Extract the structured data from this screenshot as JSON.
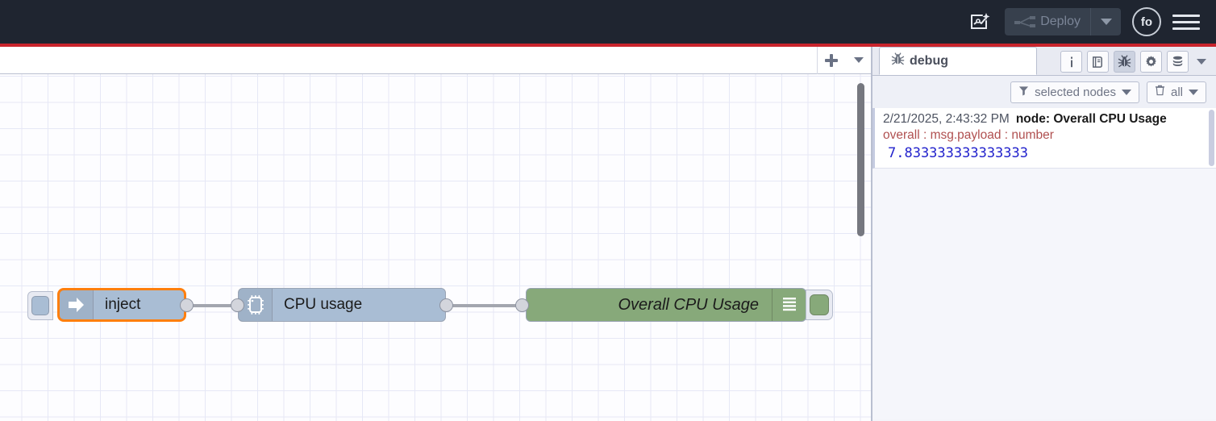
{
  "header": {
    "ai_icon": "flow-sparkle-icon",
    "deploy": {
      "label": "Deploy",
      "icon": "deploy-icon",
      "caret": "chevron-down-icon",
      "enabled": false
    },
    "avatar_initials": "fo",
    "menu_icon": "hamburger-menu-icon",
    "background": "#1f2530",
    "alert_bar_color": "#c9242c"
  },
  "flow_tabbar": {
    "add_label": "+",
    "add_icon": "plus-icon",
    "menu_icon": "chevron-down-icon",
    "tabs": []
  },
  "canvas": {
    "grid_color": "#e6e8f6",
    "background": "#fdfdff",
    "nodes": [
      {
        "id": "inject",
        "type": "inject",
        "label": "inject",
        "icon": "arrow-right-icon",
        "color": "#a9bdd4",
        "selected": true,
        "has_trigger_button": true
      },
      {
        "id": "cpu-usage",
        "type": "cpu",
        "label": "CPU usage",
        "icon": "cpu-chip-icon",
        "color": "#a9bdd4",
        "selected": false
      },
      {
        "id": "overall-cpu-usage",
        "type": "debug",
        "label": "Overall CPU Usage",
        "icon": "debug-lines-icon",
        "color": "#87a97a",
        "selected": false,
        "status_enabled": true
      }
    ]
  },
  "sidebar": {
    "tab": {
      "label": "debug",
      "icon": "bug-icon"
    },
    "tools": [
      {
        "name": "info-icon",
        "glyph": "i",
        "active": false
      },
      {
        "name": "help-book-icon",
        "glyph": "book",
        "active": false
      },
      {
        "name": "debug-bug-icon",
        "glyph": "bug",
        "active": true
      },
      {
        "name": "config-gear-icon",
        "glyph": "gear",
        "active": false
      },
      {
        "name": "context-data-icon",
        "glyph": "database",
        "active": false
      }
    ],
    "tools_caret": "chevron-down-icon",
    "filters": {
      "node_filter": {
        "label": "selected nodes",
        "icon": "funnel-icon",
        "caret": "chevron-down-icon"
      },
      "clear": {
        "label": "all",
        "icon": "trash-icon",
        "caret": "chevron-down-icon"
      }
    },
    "messages": [
      {
        "timestamp": "2/21/2025, 2:43:32 PM",
        "node": "node: Overall CPU Usage",
        "topic": "overall : msg.payload : number",
        "value": "7.833333333333333"
      }
    ]
  }
}
